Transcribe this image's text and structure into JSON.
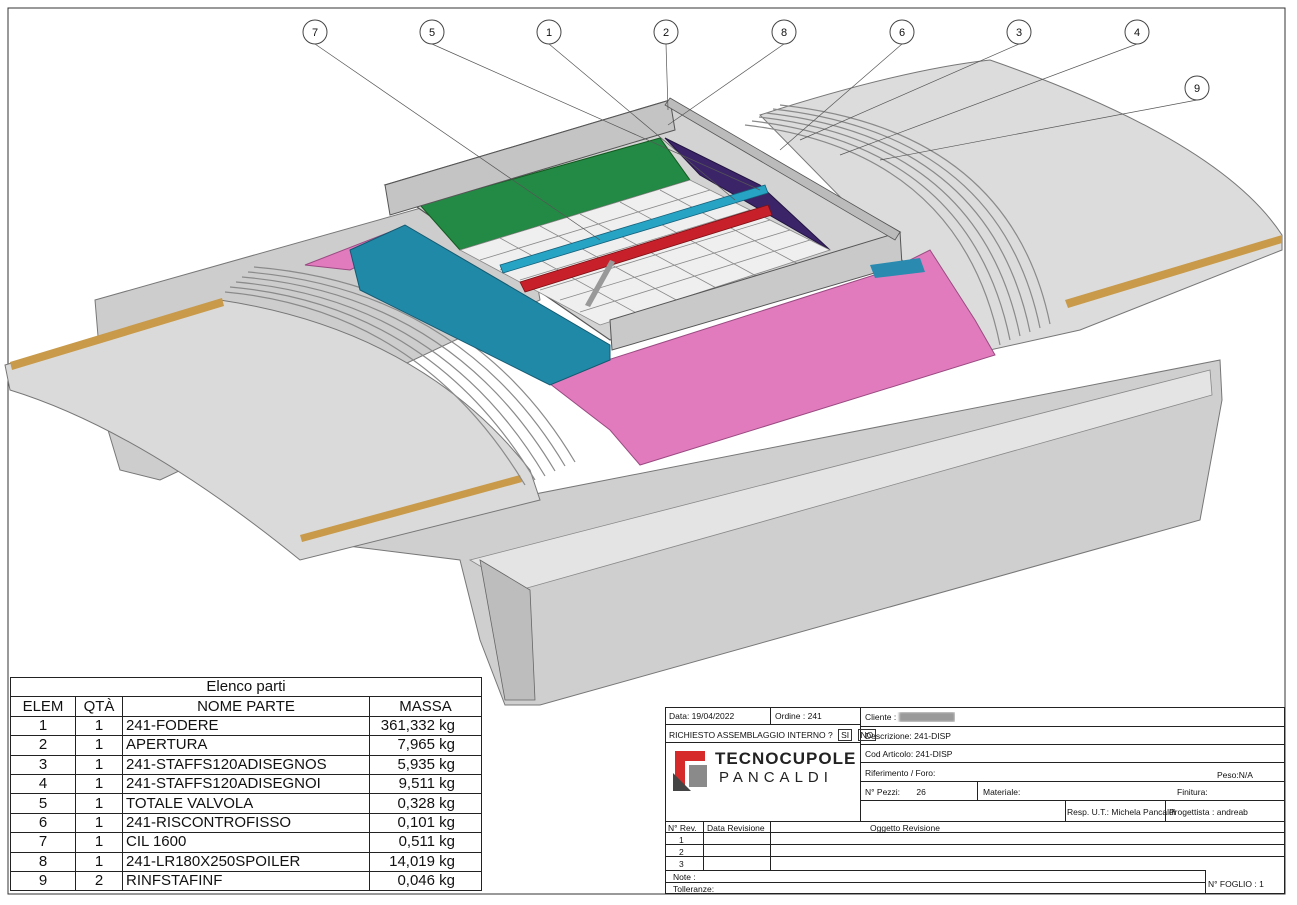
{
  "drawing": {
    "balloons": [
      "7",
      "5",
      "1",
      "2",
      "8",
      "6",
      "3",
      "4",
      "9"
    ]
  },
  "parts_list": {
    "title": "Elenco parti",
    "headers": [
      "ELEM",
      "QTÀ",
      "NOME PARTE",
      "MASSA"
    ],
    "rows": [
      [
        "1",
        "1",
        "241-FODERE",
        "361,332 kg"
      ],
      [
        "2",
        "1",
        "APERTURA",
        "7,965 kg"
      ],
      [
        "3",
        "1",
        "241-STAFFS120ADISEGNOS",
        "5,935 kg"
      ],
      [
        "4",
        "1",
        "241-STAFFS120ADISEGNOI",
        "9,511 kg"
      ],
      [
        "5",
        "1",
        "TOTALE VALVOLA",
        "0,328 kg"
      ],
      [
        "6",
        "1",
        "241-RISCONTROFISSO",
        "0,101 kg"
      ],
      [
        "7",
        "1",
        "CIL 1600",
        "0,511 kg"
      ],
      [
        "8",
        "1",
        "241-LR180X250SPOILER",
        "14,019 kg"
      ],
      [
        "9",
        "2",
        "RINFSTAFINF",
        "0,046 kg"
      ]
    ]
  },
  "title_block": {
    "data": "Data: 19/04/2022",
    "ordine": "Ordine : 241",
    "cliente_label": "Cliente :",
    "cliente_value": "XXXXXXXXXX",
    "richiesto": "RICHIESTO ASSEMBLAGGIO INTERNO ?",
    "si": "SI",
    "no": "NO",
    "descrizione": "Descrizione:  241-DISP",
    "cod_articolo": "Cod Articolo:  241-DISP",
    "riferimento": "Riferimento / Foro:",
    "peso": "Peso:N/A",
    "n_pezzi_label": "N° Pezzi:",
    "n_pezzi_value": "26",
    "materiale": "Materiale:",
    "finitura": "Finitura:",
    "resp": "Resp. U.T.:  Michela Pancaldi",
    "progettista": "Progettista :  andreab",
    "logo_line1": "TECNOCUPOLE",
    "logo_line2": "PANCALDI",
    "rev_header": "N° Rev.",
    "data_rev_header": "Data Revisione",
    "oggetto_header": "Oggetto Revisione",
    "rev_rows": [
      "1",
      "2",
      "3"
    ],
    "note": "Note :",
    "tolleranze": "Tolleranze:",
    "foglio": "N° FOGLIO :  1"
  },
  "colors": {
    "concrete": "#d9d9d9",
    "pink": "#e070b8",
    "teal": "#1f8aa8",
    "green": "#1f8a3a",
    "purple": "#3a2466",
    "red": "#c0202a",
    "wood": "#c89a4a",
    "logo_red": "#d62a2a"
  }
}
